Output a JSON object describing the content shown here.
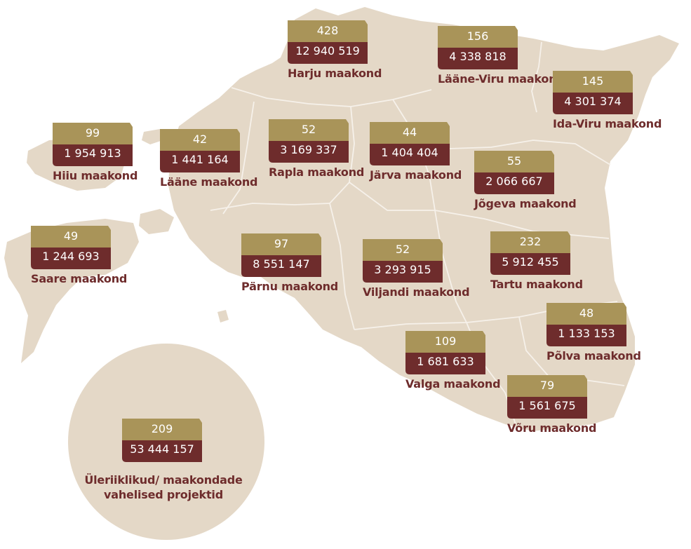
{
  "colors": {
    "land": "#e4d8c7",
    "border": "#f6f1ea",
    "gold": "#a99459",
    "maroon": "#6e2c2c",
    "name_text": "#6e2c2c",
    "badge_text": "#ffffff"
  },
  "counties": [
    {
      "id": "harju",
      "name": "Harju maakond",
      "count": "428",
      "amount": "12 940 519"
    },
    {
      "id": "laane-viru",
      "name": "Lääne-Viru maakond",
      "count": "156",
      "amount": "4 338 818"
    },
    {
      "id": "ida-viru",
      "name": "Ida-Viru maakond",
      "count": "145",
      "amount": "4 301 374"
    },
    {
      "id": "hiiu",
      "name": "Hiiu maakond",
      "count": "99",
      "amount": "1 954 913"
    },
    {
      "id": "laane",
      "name": "Lääne maakond",
      "count": "42",
      "amount": "1 441 164"
    },
    {
      "id": "rapla",
      "name": "Rapla maakond",
      "count": "52",
      "amount": "3 169 337"
    },
    {
      "id": "jarva",
      "name": "Järva maakond",
      "count": "44",
      "amount": "1 404 404"
    },
    {
      "id": "jogeva",
      "name": "Jõgeva maakond",
      "count": "55",
      "amount": "2 066 667"
    },
    {
      "id": "saare",
      "name": "Saare maakond",
      "count": "49",
      "amount": "1 244 693"
    },
    {
      "id": "parnu",
      "name": "Pärnu maakond",
      "count": "97",
      "amount": "8 551 147"
    },
    {
      "id": "viljandi",
      "name": "Viljandi maakond",
      "count": "52",
      "amount": "3 293 915"
    },
    {
      "id": "tartu",
      "name": "Tartu maakond",
      "count": "232",
      "amount": "5 912 455"
    },
    {
      "id": "polva",
      "name": "Põlva maakond",
      "count": "48",
      "amount": "1 133 153"
    },
    {
      "id": "valga",
      "name": "Valga maakond",
      "count": "109",
      "amount": "1 681 633"
    },
    {
      "id": "voru",
      "name": "Võru maakond",
      "count": "79",
      "amount": "1 561 675"
    }
  ],
  "national": {
    "name_line1": "Üleriiklikud/ maakondade",
    "name_line2": "vahelised projektid",
    "count": "209",
    "amount": "53 444 157"
  }
}
